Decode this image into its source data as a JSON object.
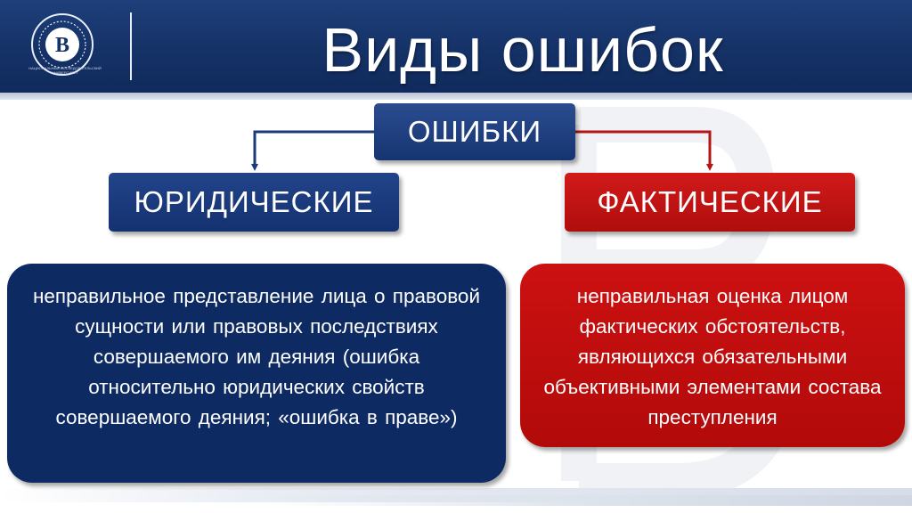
{
  "header": {
    "title": "Виды ошибок",
    "logo": {
      "icon": "hse-university-logo",
      "caption": "НАЦИОНАЛЬНЫЙ ИССЛЕДОВАТЕЛЬСКИЙ УНИВЕРСИТЕТ"
    }
  },
  "diagram": {
    "root": {
      "label": "ОШИБКИ",
      "color": "#1b3a7a"
    },
    "branches": [
      {
        "label": "ЮРИДИЧЕСКИЕ",
        "color": "#173574",
        "connector_color": "#1b3a7a",
        "description": "неправильное представление лица о правовой сущности или правовых последствиях совершаемого им деяния (ошибка относительно юридических свойств совершаемого деяния; «ошибка в праве»)"
      },
      {
        "label": "ФАКТИЧЕСКИЕ",
        "color": "#c41414",
        "connector_color": "#b51515",
        "description": "неправильная оценка лицом фактических обстоятельств, являющихся обязательными объективными элементами состава преступления"
      }
    ]
  },
  "colors": {
    "header_bg": "#153267",
    "legal_box": "#0d2a63",
    "factual_box": "#c41414",
    "text_on_dark": "#ffffff"
  }
}
